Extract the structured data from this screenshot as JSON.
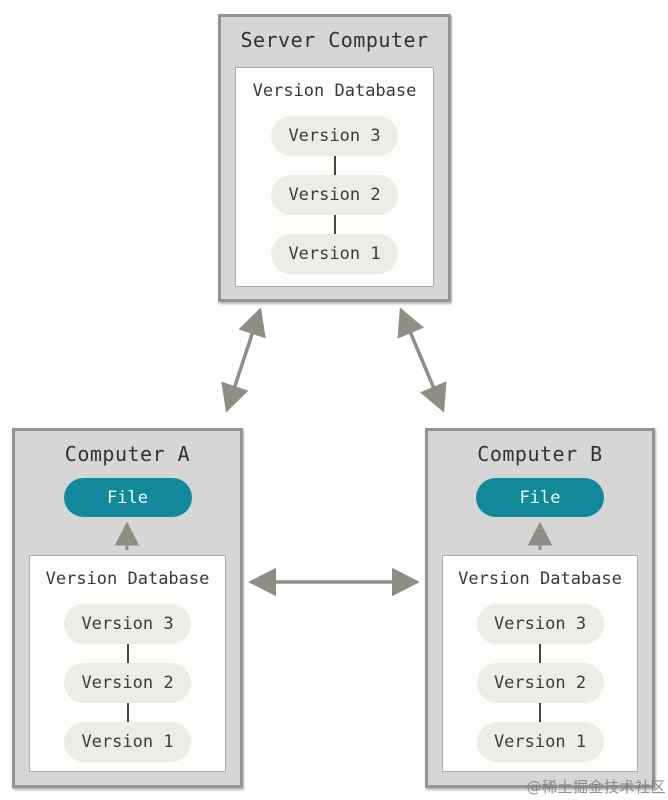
{
  "watermark": "@稀土掘金技术社区",
  "colors": {
    "accent_teal": "#11899B",
    "machine_fill": "#d6d6d6",
    "machine_border": "#96948e",
    "pill_fill": "#edece6",
    "arrow_gray": "#8f8d86",
    "connector_dark": "#45443f"
  },
  "nodes": {
    "server": {
      "title": "Server Computer",
      "db_title": "Version Database",
      "versions": [
        "Version 3",
        "Version 2",
        "Version 1"
      ]
    },
    "computer_a": {
      "title": "Computer A",
      "file_label": "File",
      "db_title": "Version Database",
      "versions": [
        "Version 3",
        "Version 2",
        "Version 1"
      ]
    },
    "computer_b": {
      "title": "Computer B",
      "file_label": "File",
      "db_title": "Version Database",
      "versions": [
        "Version 3",
        "Version 2",
        "Version 1"
      ]
    }
  }
}
